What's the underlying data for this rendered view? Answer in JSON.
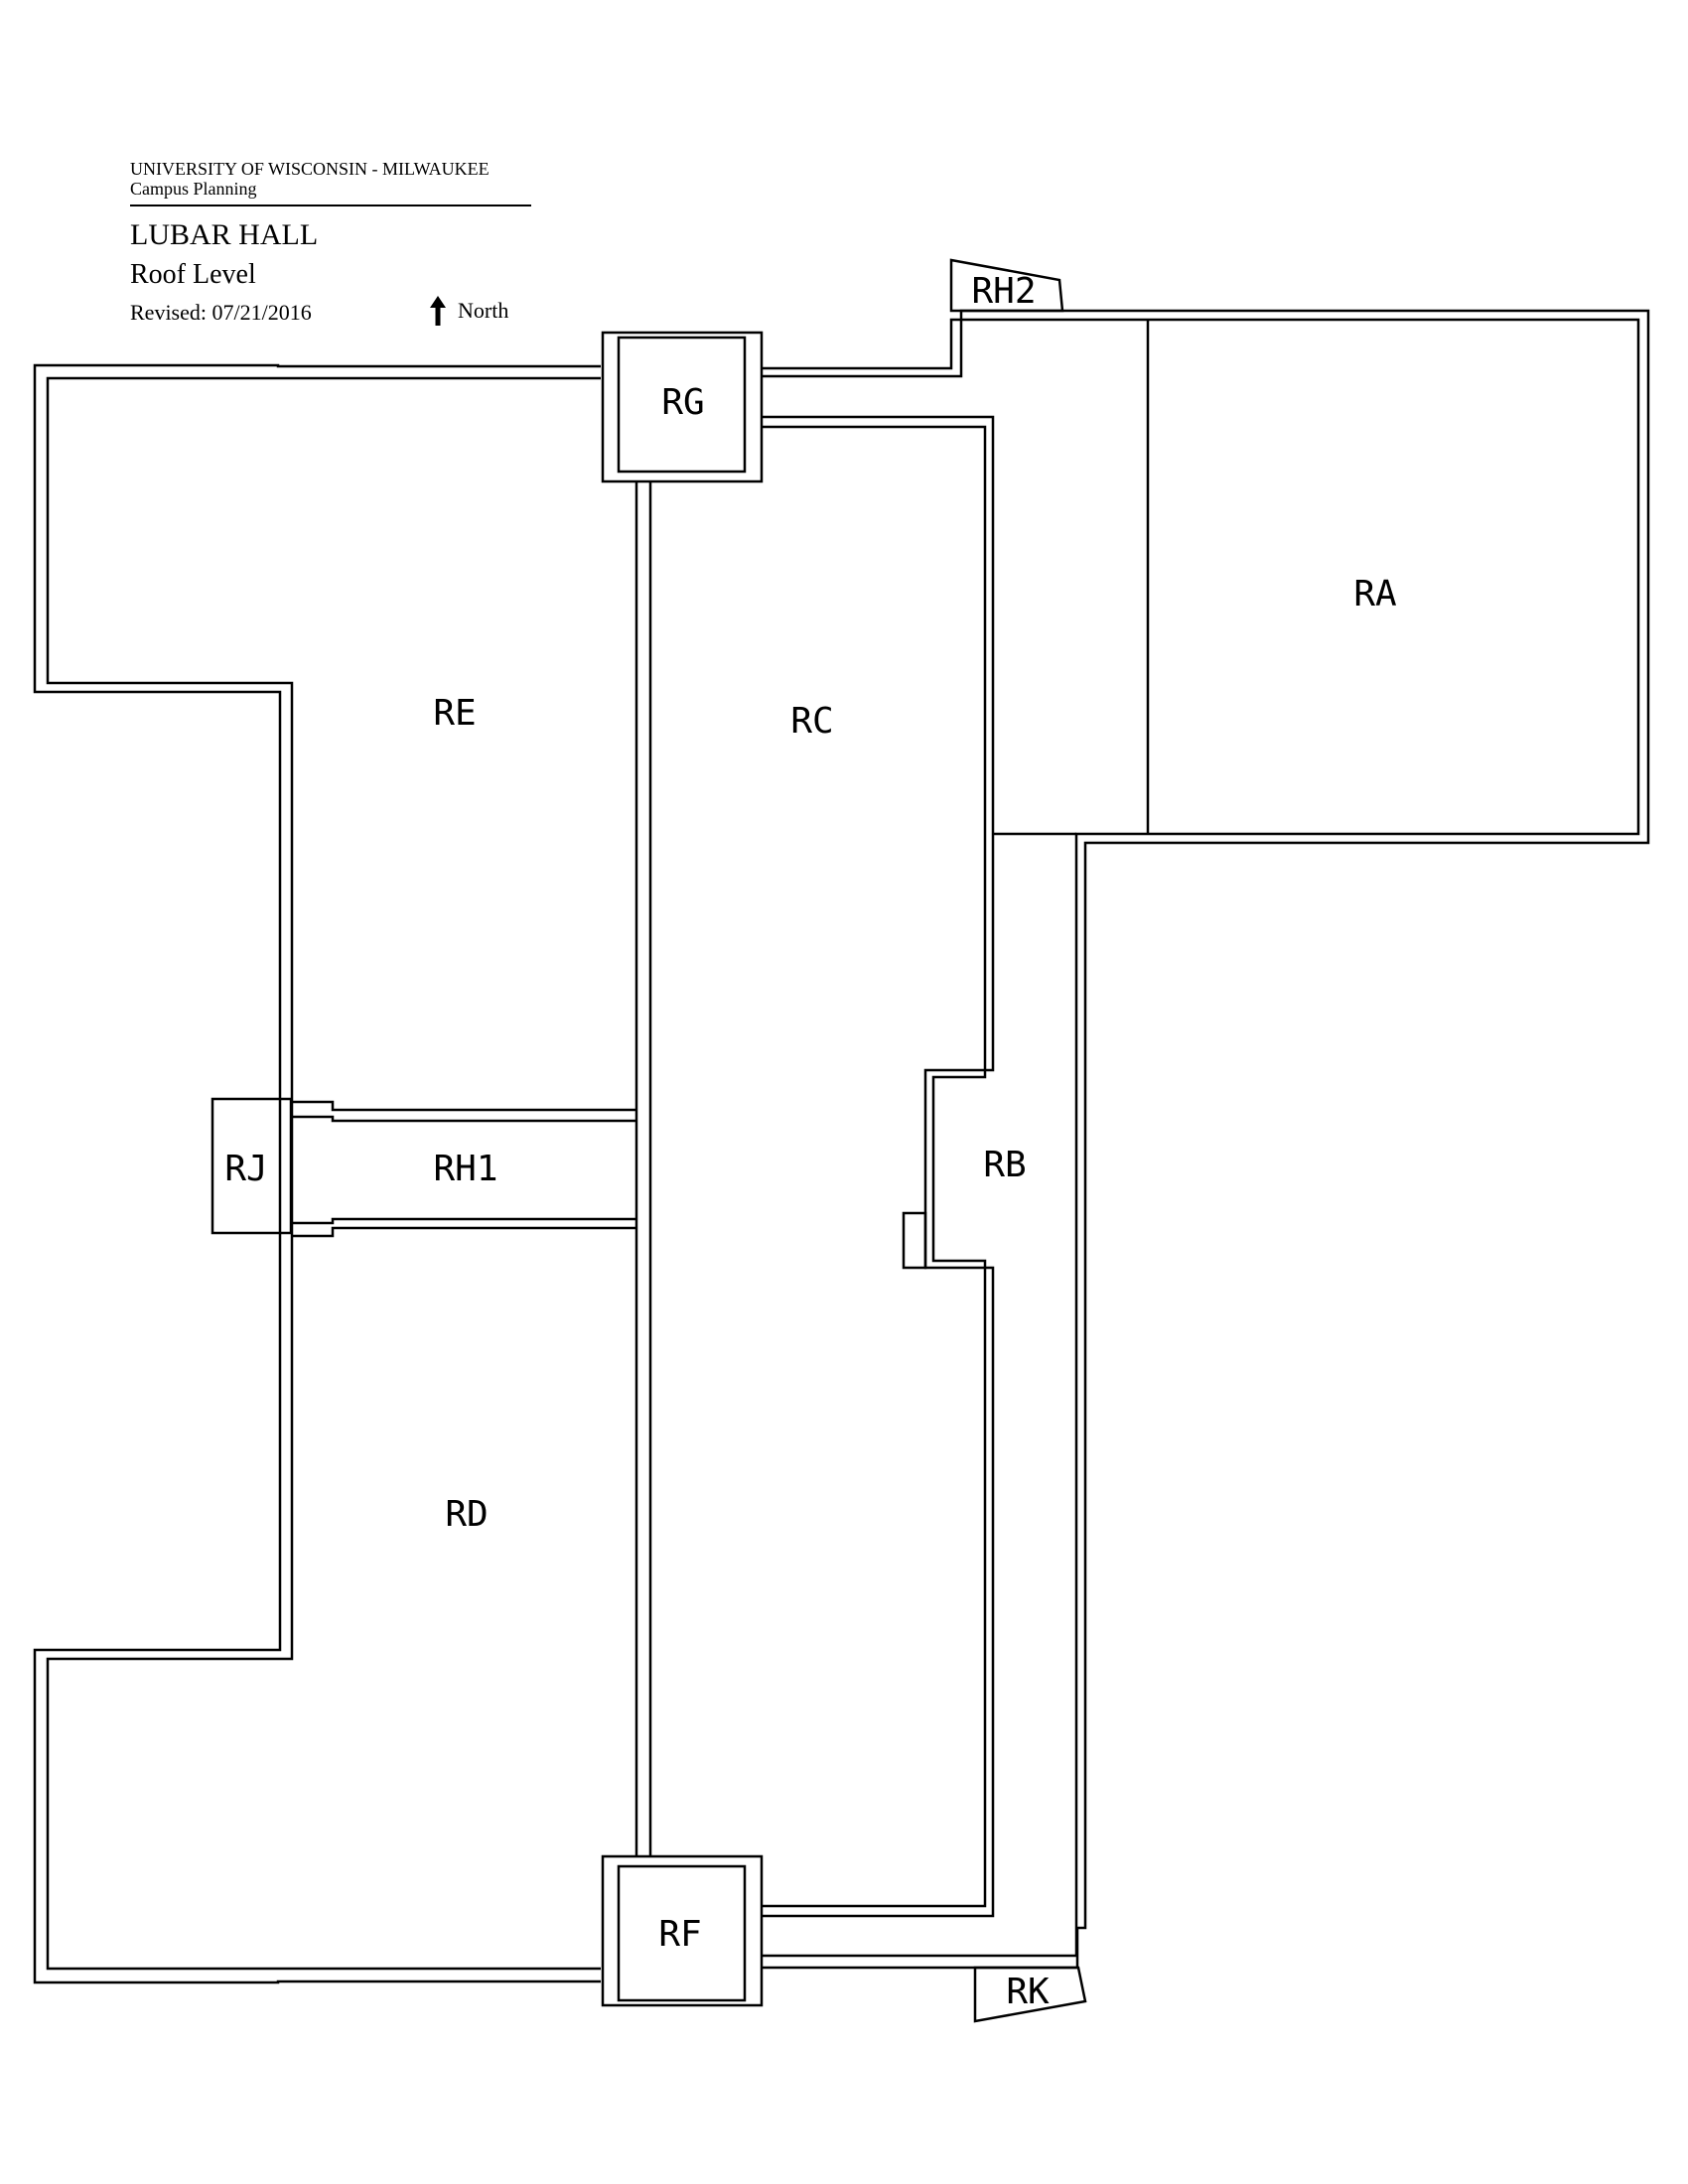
{
  "title_block": {
    "organization": "UNIVERSITY OF WISCONSIN - MILWAUKEE",
    "department": "Campus Planning",
    "building": "LUBAR HALL",
    "level": "Roof Level",
    "revised": "Revised: 07/21/2016",
    "north_label": "North"
  },
  "rooms": {
    "RA": "RA",
    "RB": "RB",
    "RC": "RC",
    "RD": "RD",
    "RE": "RE",
    "RF": "RF",
    "RG": "RG",
    "RH1": "RH1",
    "RH2": "RH2",
    "RJ": "RJ",
    "RK": "RK"
  },
  "icons": {
    "north_arrow": "north-arrow-icon"
  }
}
